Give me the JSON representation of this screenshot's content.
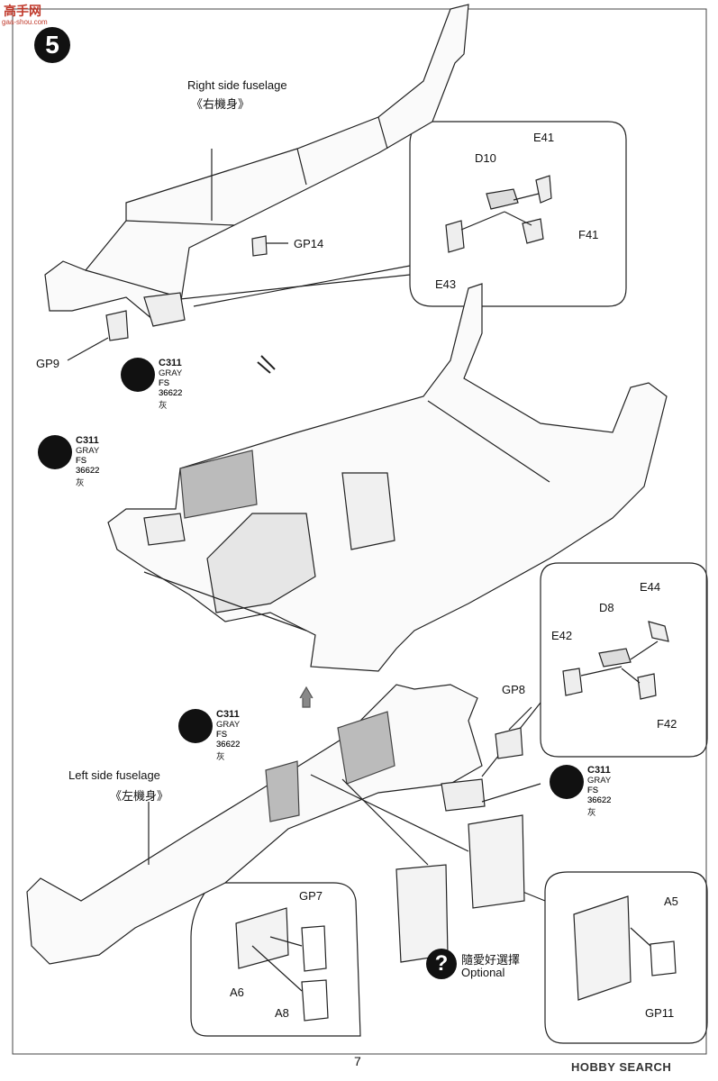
{
  "header": {
    "watermark_cn": "高手网",
    "watermark_url": "gaa-shou.com"
  },
  "step": {
    "number": "5"
  },
  "labels": {
    "right_fuselage_en": "Right side fuselage",
    "right_fuselage_cn": "《右機身》",
    "left_fuselage_en": "Left side fuselage",
    "left_fuselage_cn": "《左機身》",
    "gp14": "GP14",
    "gp9": "GP9",
    "gp8": "GP8",
    "gp7": "GP7",
    "gp11": "GP11",
    "d10": "D10",
    "e41": "E41",
    "f41": "F41",
    "e43": "E43",
    "d8": "D8",
    "e44": "E44",
    "e42": "E42",
    "f42": "F42",
    "a5": "A5",
    "a6": "A6",
    "a8": "A8"
  },
  "paint": {
    "code": "C311",
    "gray": "GRAY FS 36622",
    "cn": "FS 36622 灰"
  },
  "optional": {
    "cn": "隨愛好選擇",
    "en": "Optional",
    "glyph": "?"
  },
  "footer": {
    "page": "7",
    "brand": "HOBBY SEARCH"
  }
}
